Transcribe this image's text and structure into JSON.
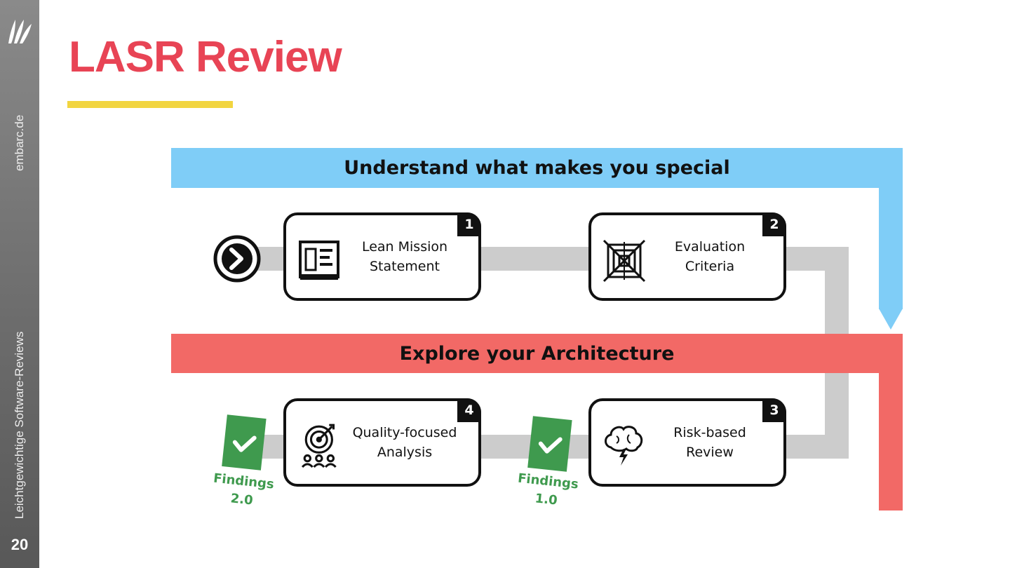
{
  "sidebar": {
    "site": "embarc.de",
    "topic": "Leichtgewichtige Software-Reviews",
    "page_number": "20"
  },
  "title": "LASR Review",
  "bands": {
    "understand": "Understand what makes you special",
    "explore": "Explore your Architecture"
  },
  "steps": [
    {
      "number": "1",
      "line1": "Lean Mission",
      "line2": "Statement",
      "icon": "mission-statement-icon"
    },
    {
      "number": "2",
      "line1": "Evaluation",
      "line2": "Criteria",
      "icon": "spider-web-icon"
    },
    {
      "number": "3",
      "line1": "Risk-based",
      "line2": "Review",
      "icon": "brain-lightning-icon"
    },
    {
      "number": "4",
      "line1": "Quality-focused",
      "line2": "Analysis",
      "icon": "target-team-icon"
    }
  ],
  "findings": [
    {
      "line1": "Findings",
      "line2": "2.0"
    },
    {
      "line1": "Findings",
      "line2": "1.0"
    }
  ],
  "colors": {
    "title": "#e84455",
    "underline": "#f2d540",
    "band_blue": "#7fcdf7",
    "band_red": "#f26966",
    "path": "#cccccc",
    "findings": "#3f9a4e"
  }
}
